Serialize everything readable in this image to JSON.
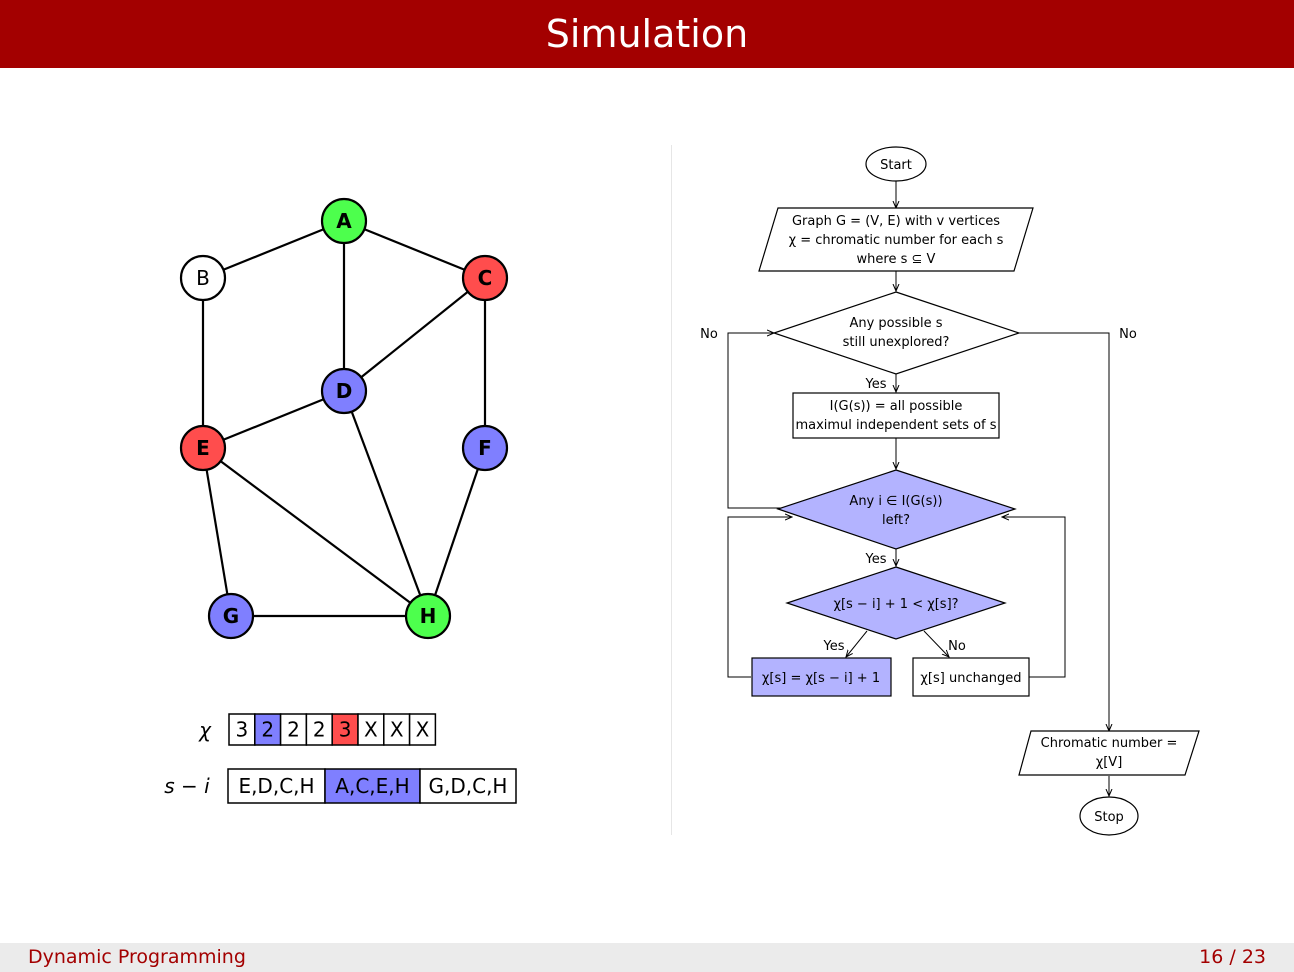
{
  "slide": {
    "title": "Simulation"
  },
  "footer": {
    "section": "Dynamic Programming",
    "page": "16 / 23"
  },
  "colors": {
    "titlebar": "#a30000",
    "green": "#4dff4d",
    "red": "#ff4d4d",
    "blue": "#7f7fff",
    "flow_fill": "#b3b3ff"
  },
  "graph": {
    "nodes": [
      {
        "id": "A",
        "label": "A",
        "color": "green"
      },
      {
        "id": "B",
        "label": "B",
        "color": "white"
      },
      {
        "id": "C",
        "label": "C",
        "color": "red"
      },
      {
        "id": "D",
        "label": "D",
        "color": "blue"
      },
      {
        "id": "E",
        "label": "E",
        "color": "red"
      },
      {
        "id": "F",
        "label": "F",
        "color": "blue"
      },
      {
        "id": "G",
        "label": "G",
        "color": "blue"
      },
      {
        "id": "H",
        "label": "H",
        "color": "green"
      }
    ],
    "edges": [
      [
        "A",
        "B"
      ],
      [
        "A",
        "C"
      ],
      [
        "A",
        "D"
      ],
      [
        "B",
        "E"
      ],
      [
        "C",
        "D"
      ],
      [
        "C",
        "F"
      ],
      [
        "D",
        "E"
      ],
      [
        "D",
        "H"
      ],
      [
        "E",
        "G"
      ],
      [
        "E",
        "H"
      ],
      [
        "F",
        "H"
      ],
      [
        "G",
        "H"
      ]
    ]
  },
  "chi_array": {
    "label": "χ",
    "cells": [
      {
        "text": "3",
        "highlight": "none"
      },
      {
        "text": "2",
        "highlight": "blue"
      },
      {
        "text": "2",
        "highlight": "none"
      },
      {
        "text": "2",
        "highlight": "none"
      },
      {
        "text": "3",
        "highlight": "red"
      },
      {
        "text": "X",
        "highlight": "none"
      },
      {
        "text": "X",
        "highlight": "none"
      },
      {
        "text": "X",
        "highlight": "none"
      }
    ]
  },
  "s_minus_i": {
    "label": "s − i",
    "cells": [
      {
        "text": "E,D,C,H",
        "highlight": "none"
      },
      {
        "text": "A,C,E,H",
        "highlight": "blue"
      },
      {
        "text": "G,D,C,H",
        "highlight": "none"
      }
    ]
  },
  "flowchart": {
    "start": "Start",
    "input_lines": [
      "Graph G = (V, E) with v vertices",
      "χ = chromatic number for each s",
      "where s ⊆ V"
    ],
    "decision1_lines": [
      "Any possible s",
      "still unexplored?"
    ],
    "process1_lines": [
      "I(G(s)) = all possible",
      "maximul independent sets of s"
    ],
    "decision2_lines": [
      "Any i ∈ I(G(s))",
      "left?"
    ],
    "decision3": "χ[s − i] + 1 < χ[s]?",
    "process_yes": "χ[s] = χ[s − i] + 1",
    "process_no": "χ[s] unchanged",
    "output_lines": [
      "Chromatic number =",
      "χ[V]"
    ],
    "stop": "Stop",
    "labels": {
      "yes": "Yes",
      "no": "No"
    }
  }
}
